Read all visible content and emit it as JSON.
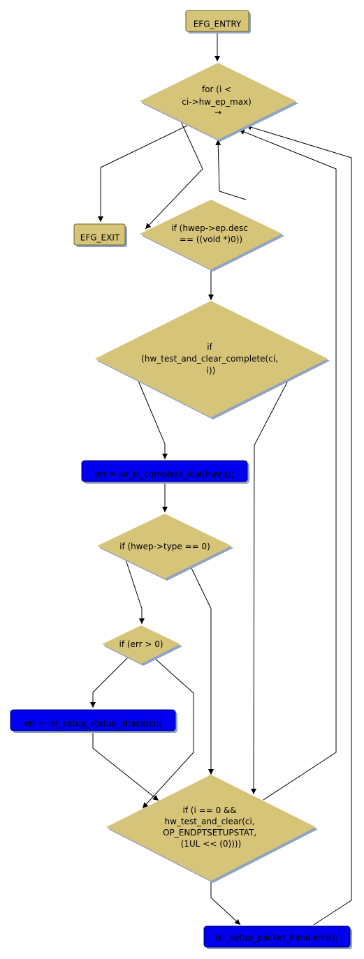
{
  "colors": {
    "decision_fill": "#d6c479",
    "terminal_fill": "#d6c479",
    "process_fill": "#0000ee",
    "shadow": "#8fa3c4",
    "edge": "#000000"
  },
  "nodes": {
    "entry": {
      "label": "EFG_ENTRY"
    },
    "for_loop": {
      "lines": [
        "for (i <",
        "ci->hw_ep_max)",
        "→"
      ]
    },
    "exit": {
      "label": "EFG_EXIT"
    },
    "if_desc": {
      "lines": [
        "if (hwep->ep.desc",
        "== ((void *)0))"
      ]
    },
    "if_complete": {
      "lines": [
        "if",
        "(hw_test_and_clear_complete(ci,",
        "i))"
      ]
    },
    "tr_complete": {
      "label": "err = isr_tr_complete_low(hwep);"
    },
    "if_type": {
      "lines": [
        "if (hwep->type == 0)"
      ]
    },
    "if_err": {
      "lines": [
        "if (err > 0)"
      ]
    },
    "status_phase": {
      "label": "err = isr_setup_status_phase(ci);"
    },
    "if_setup": {
      "lines": [
        "if (i == 0 &&",
        "hw_test_and_clear(ci,",
        "OP_ENDPTSETUPSTAT,",
        "(1UL << (0))))"
      ]
    },
    "packet_handler": {
      "label": "isr_setup_packet_handler(ci);"
    }
  }
}
